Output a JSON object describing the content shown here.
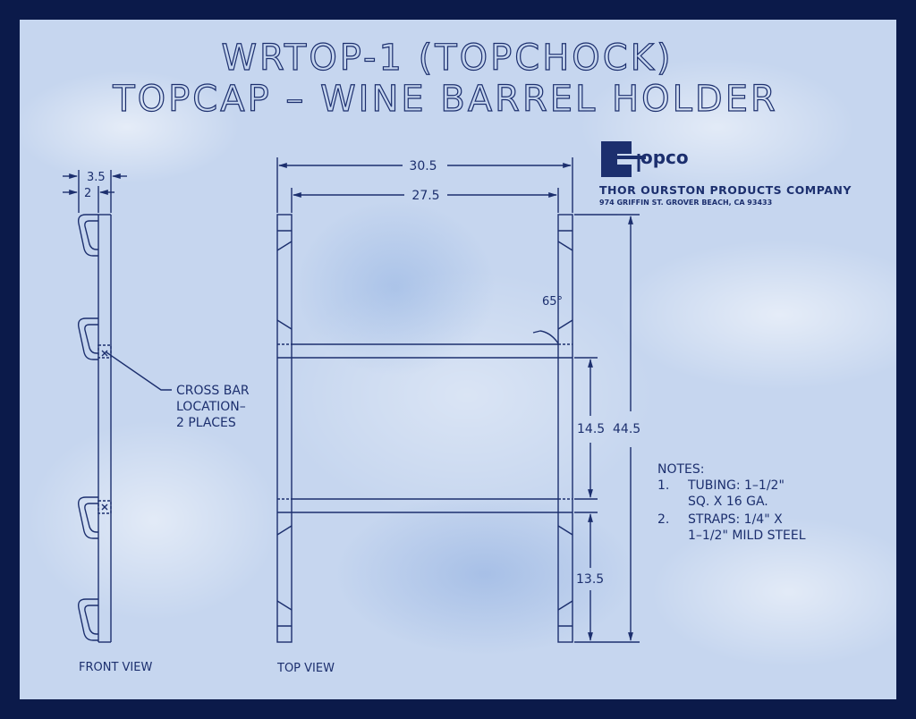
{
  "title": {
    "line1": "WRTOP-1  (TOPCHOCK)",
    "line2": "TOPCAP  –  WINE  BARREL  HOLDER"
  },
  "company": {
    "logo_text": "opco",
    "name": "THOR OURSTON PRODUCTS COMPANY",
    "address": "974 GRIFFIN ST.   GROVER BEACH, CA 93433"
  },
  "front_view": {
    "label": "FRONT VIEW",
    "dim_outer": "3.5",
    "dim_inner": "2",
    "callout": [
      "CROSS BAR",
      "LOCATION–",
      "2 PLACES"
    ]
  },
  "top_view": {
    "label": "TOP VIEW",
    "dim_width_outer": "30.5",
    "dim_width_inner": "27.5",
    "angle": "65°",
    "dim_span_upper": "14.5",
    "dim_total_height": "44.5",
    "dim_span_lower": "13.5"
  },
  "notes": {
    "heading": "NOTES:",
    "items": [
      {
        "num": "1.",
        "line1": "TUBING:  1–1/2\"",
        "line2": "SQ. X 16 GA."
      },
      {
        "num": "2.",
        "line1": "STRAPS:  1/4\" X",
        "line2": "1–1/2\" MILD STEEL"
      }
    ]
  },
  "colors": {
    "border": "#0b1a4a",
    "ink": "#1c2f6e",
    "paper": "#c6d6ef"
  }
}
